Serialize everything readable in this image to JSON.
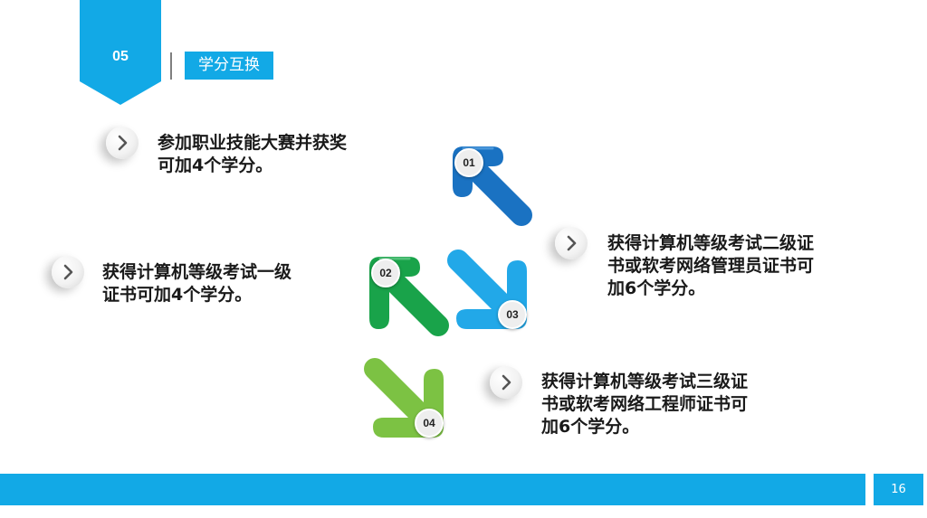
{
  "header": {
    "section_number": "05",
    "section_title": "学分互换",
    "accent_color": "#12a9e6"
  },
  "items": [
    {
      "number": "01",
      "color": "#1a72c2",
      "icon": "arrow-up-left-icon",
      "text": "参加职业技能大赛并获奖可加4个学分。"
    },
    {
      "number": "02",
      "color": "#19a34a",
      "icon": "arrow-up-left-icon",
      "text": "获得计算机等级考试一级证书可加4个学分。"
    },
    {
      "number": "03",
      "color": "#22a8e8",
      "icon": "arrow-down-right-icon",
      "text": "获得计算机等级考试二级证书或软考网络管理员证书可加6个学分。"
    },
    {
      "number": "04",
      "color": "#7cc243",
      "icon": "arrow-down-right-icon",
      "text": "获得计算机等级考试三级证书或软考网络工程师证书可加6个学分。"
    }
  ],
  "footer": {
    "page_number": "16"
  }
}
